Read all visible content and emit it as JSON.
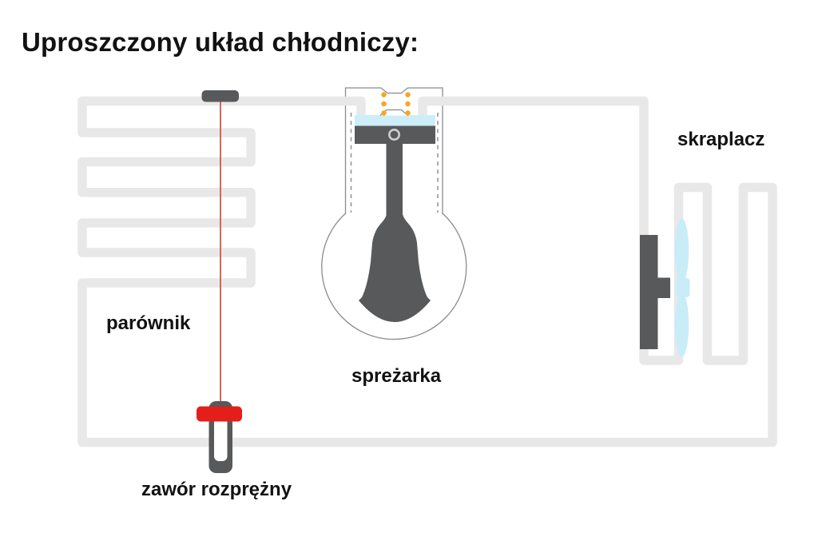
{
  "title": "Uproszczony układ chłodniczy:",
  "labels": {
    "evaporator": "parównik",
    "compressor": "spreżarka",
    "condenser": "skraplacz",
    "expansion_valve": "zawór rozprężny"
  },
  "colors": {
    "background": "#ffffff",
    "pipe": "#e8e8e8",
    "dark": "#58595b",
    "outline": "#8a8c8f",
    "dash": "#939598",
    "refrigerant-blue": "#cdeef9",
    "fan-blue": "#c9ecf9",
    "gas-orange": "#f9a51f",
    "valve-red": "#e41e1a",
    "capillary-red": "#d9534a",
    "text": "#121212"
  }
}
